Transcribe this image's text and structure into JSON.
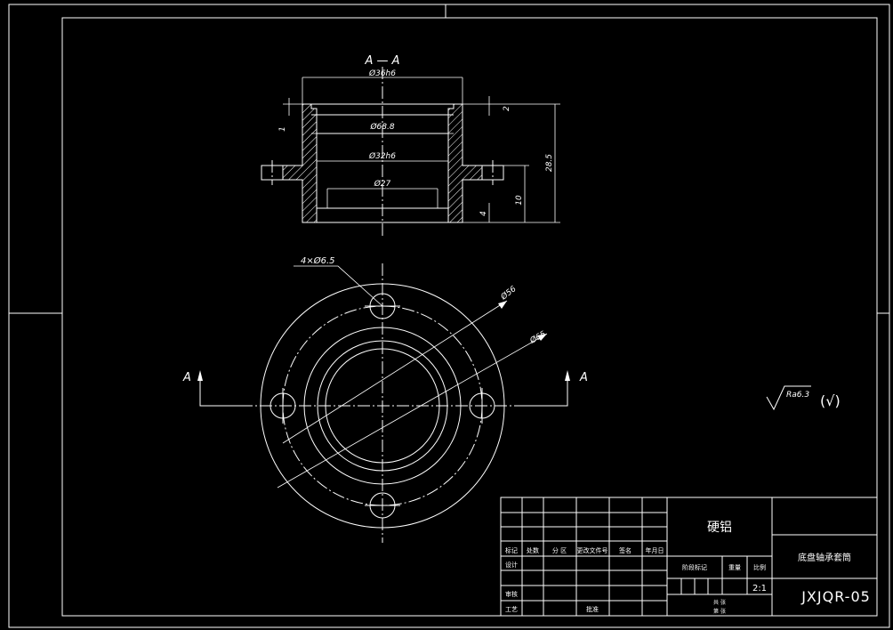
{
  "drawing": {
    "section_label": "A — A",
    "dims": {
      "d_top": "Ø36h6",
      "d_bore": "Ø68.8",
      "d_mid": "Ø32h6",
      "d_inner": "Ø27",
      "h_top": "2",
      "h_flange": "10",
      "h_total": "28.5",
      "h_bottom": "4",
      "h_left": "1"
    },
    "plan": {
      "holes_label": "4×Ø6.5",
      "d_pcd": "Ø56",
      "d_outer": "Ø65",
      "arrow_left": "A",
      "arrow_right": "A"
    },
    "roughness": {
      "value": "Ra6.3",
      "note": "(√)"
    }
  },
  "title_block": {
    "material": "硬铝",
    "part_name": "底盘轴承套筒",
    "drawing_no": "JXJQR-05",
    "scale": "2:1",
    "header_labels": [
      "标记",
      "处数",
      "分 区",
      "更改文件号",
      "签名",
      "年月日"
    ],
    "row_design": "设计",
    "row_review": "审核",
    "row_process": "工艺",
    "row_approve": "批准",
    "stage_label": "阶段标记",
    "weight_label": "重量",
    "scale_label": "比例",
    "sheets_total": "共 张",
    "sheet_no": "第 张"
  }
}
